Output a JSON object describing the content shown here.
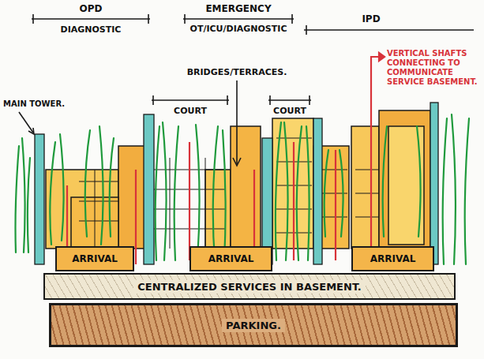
{
  "diagram": {
    "nodes": [
      {
        "text": [
          "ARRIVAL"
        ]
      },
      {
        "text": [
          "ARRIVAL"
        ]
      },
      {
        "text": [
          "ARRIVAL"
        ]
      },
      {
        "text": [
          "CENTRALIZED SERVICES IN BASEMENT."
        ]
      },
      {
        "text": [
          "PARKING."
        ]
      }
    ],
    "labels": [
      "OPD",
      "DIAGNOSTIC",
      "EMERGENCY",
      "OT/ICU/DIAGNOSTIC",
      "IPD",
      "VERTICAL SHAFTS CONNECTING TO COMMUNICATE SERVICE BASEMENT.",
      "BRIDGES/TERRACES.",
      "MAIN TOWER.",
      "COURT",
      "COURT"
    ]
  }
}
